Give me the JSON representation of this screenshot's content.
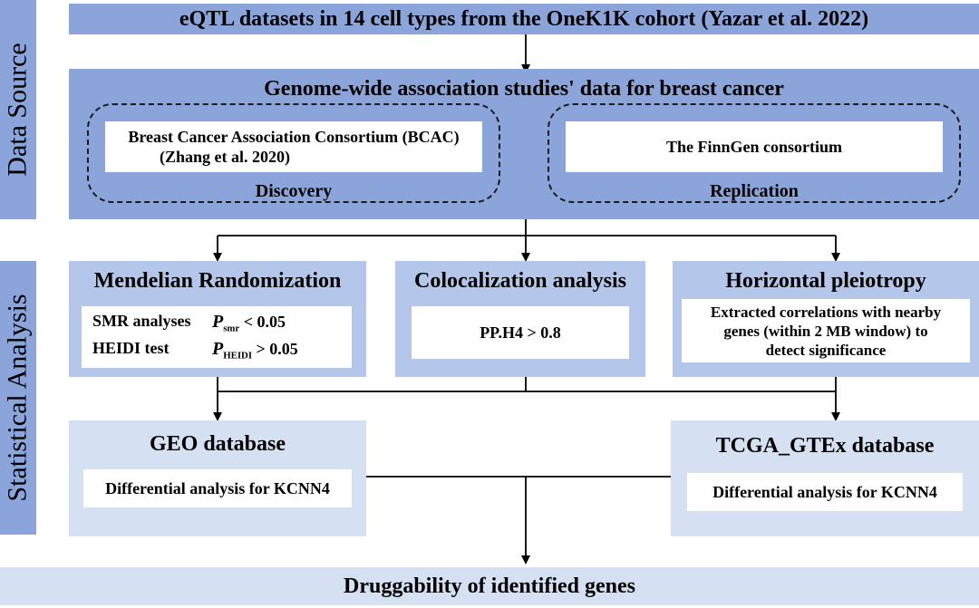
{
  "side_labels": {
    "data_source": "Data Source",
    "statistical_analysis": "Statistical Analysis"
  },
  "data_source": {
    "eqtl_box": "eQTL datasets in 14 cell types from the OneK1K cohort (Yazar et al. 2022)",
    "gwas_title": "Genome-wide association studies' data for breast cancer",
    "discovery": {
      "text_line1": "Breast Cancer Association Consortium (BCAC)",
      "text_line2": "(Zhang et al. 2020)",
      "label": "Discovery"
    },
    "replication": {
      "text": "The FinnGen consortium",
      "label": "Replication"
    }
  },
  "statistical_analysis": {
    "mr": {
      "title": "Mendelian Randomization",
      "row1_label": "SMR analyses",
      "row1_p": "P",
      "row1_sub": "smr",
      "row1_cond": " < 0.05",
      "row2_label": "HEIDI test",
      "row2_p": "P",
      "row2_sub": "HEIDI",
      "row2_cond": " > 0.05"
    },
    "coloc": {
      "title": "Colocalization analysis",
      "text": "PP.H4 > 0.8"
    },
    "pleiotropy": {
      "title": "Horizontal pleiotropy",
      "line1": "Extracted correlations with nearby",
      "line2": "genes (within 2 MB window) to",
      "line3": "detect significance"
    },
    "geo": {
      "title": "GEO database",
      "text": "Differential analysis for KCNN4"
    },
    "tcga": {
      "title": "TCGA_GTEx database",
      "text": "Differential analysis for KCNN4"
    }
  },
  "final": {
    "text": "Druggability of identified genes"
  },
  "colors": {
    "dark_blue": "#8ba5da",
    "mid_blue": "#b4c7ea",
    "light_blue": "#d5e0f2"
  }
}
